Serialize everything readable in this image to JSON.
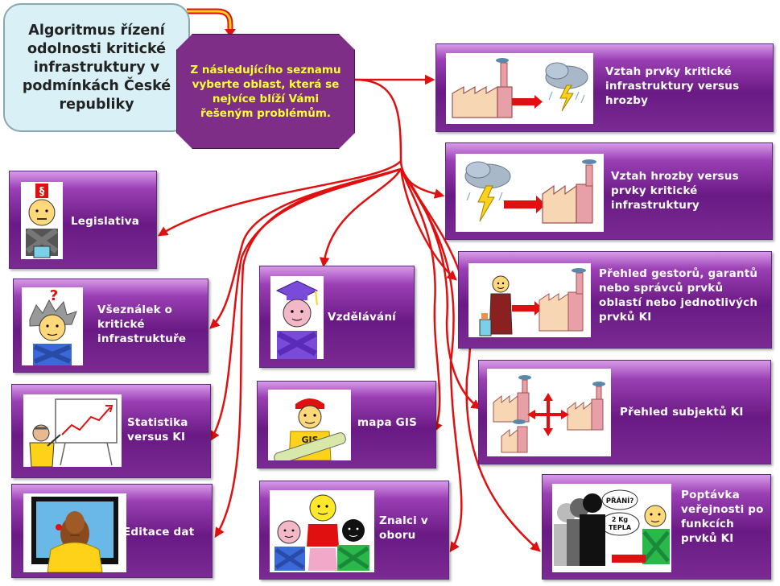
{
  "title": "Algoritmus řízení odolnosti kritické infrastruktury v podmínkách České republiky",
  "prompt": "Z následujícího seznamu vyberte oblast, která se nejvíce blíží Vámi řešeným problémům.",
  "options": {
    "vztah_prvky_hrozby": "Vztah prvky kritické infrastruktury versus hrozby",
    "vztah_hrozby_prvky": "Vztah hrozby versus prvky kritické infrastruktury",
    "legislativa": "Legislativa",
    "prehled_gestoru": "Přehled gestorů, garantů nebo správců prvků oblastí nebo jednotlivých prvků KI",
    "vseznalek": "Všeználek o kritické infrastruktuře",
    "vzdelavani": "Vzdělávání",
    "prehled_subjektu": "Přehled subjektů KI",
    "statistika": "Statistika versus KI",
    "mapa_gis": "mapa GIS",
    "editace_dat": "Editace dat",
    "znalci": "Znalci v oboru",
    "poptavka": "Poptávka veřejnosti po funkcích prvků KI"
  },
  "icon_text": {
    "paragraph": "§",
    "question": "?",
    "gis": "GIS",
    "prani": "PŘÁNÍ?",
    "kg": "2 Kg",
    "tepla": "TEPLA"
  },
  "colors": {
    "card_purple": "#6a1a84",
    "prompt_purple": "#7e2e86",
    "prompt_text": "#ffff33",
    "arrow": "#e01010",
    "title_bg": "#d8f0f6"
  }
}
